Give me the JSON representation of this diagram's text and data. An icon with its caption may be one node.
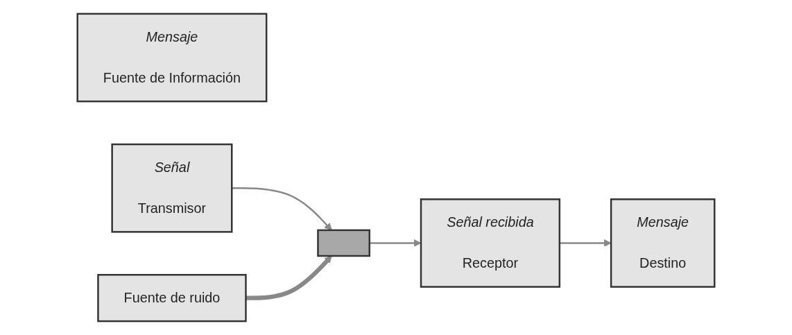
{
  "diagram": {
    "nodes": [
      {
        "text": [
          "Mensaje",
          "Fuente de Información"
        ]
      },
      {
        "text": [
          "Señal",
          "Transmisor"
        ]
      },
      {
        "text": [],
        "shape": "box"
      },
      {
        "text": [
          "Señal recibida",
          "Receptor"
        ]
      },
      {
        "text": [
          "Mensaje",
          "Destino"
        ]
      },
      {
        "text": [
          "Fuente de ruido"
        ]
      }
    ],
    "edges": [
      {
        "from": 1,
        "to": 2,
        "arrow": "to"
      },
      {
        "from": 2,
        "to": 3,
        "arrow": "to"
      },
      {
        "from": 3,
        "to": 4,
        "arrow": "to"
      },
      {
        "from": 5,
        "to": 2,
        "arrow": "to",
        "style": "thick"
      }
    ]
  }
}
